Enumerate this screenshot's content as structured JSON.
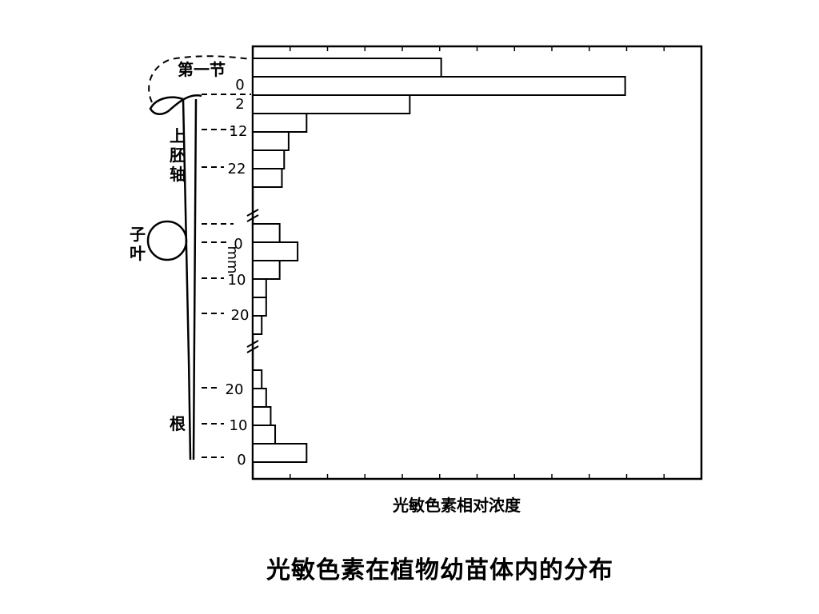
{
  "slide": {
    "title": "光敏色素在植物幼苗体内的分布"
  },
  "chart_data": {
    "type": "bar",
    "orientation": "horizontal",
    "xlabel": "光敏色素相对浓度",
    "axis_unit": "mm",
    "grid": false,
    "segments": [
      {
        "region": "上胚轴",
        "tick_labels": [
          "0",
          "2",
          "12",
          "22"
        ],
        "values": [
          0.42,
          0.83,
          0.35,
          0.12,
          0.08,
          0.07,
          0.065
        ]
      },
      {
        "region": "子叶",
        "tick_labels": [
          "0",
          "10",
          "20"
        ],
        "values": [
          0.06,
          0.1,
          0.06,
          0.03,
          0.03,
          0.02
        ]
      },
      {
        "region": "根",
        "tick_labels": [
          "20",
          "10",
          "0"
        ],
        "values": [
          0.02,
          0.03,
          0.04,
          0.05,
          0.12
        ]
      }
    ],
    "plant_labels": {
      "node": "第一节",
      "epicotyl": "上胚轴",
      "cotyledon": "子叶",
      "root": "根"
    }
  }
}
